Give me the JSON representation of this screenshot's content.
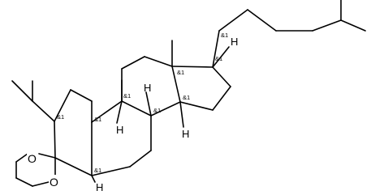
{
  "structure": {
    "heteroatoms": [
      {
        "id": "O1",
        "label": "O"
      },
      {
        "id": "O2",
        "label": "O"
      }
    ],
    "hydrogens": [
      {
        "id": "H9",
        "label": "H"
      },
      {
        "id": "H8",
        "label": "H"
      },
      {
        "id": "H14",
        "label": "H"
      },
      {
        "id": "H5",
        "label": "H"
      },
      {
        "id": "H17",
        "label": "H"
      }
    ],
    "stereo_marks": [
      {
        "id": "s20",
        "label": "&1"
      },
      {
        "id": "s17",
        "label": "&1"
      },
      {
        "id": "s13",
        "label": "&1"
      },
      {
        "id": "s14",
        "label": "&1"
      },
      {
        "id": "s8",
        "label": "&1"
      },
      {
        "id": "s9",
        "label": "&1"
      },
      {
        "id": "s10",
        "label": "&1"
      },
      {
        "id": "s2",
        "label": "&1"
      },
      {
        "id": "s5",
        "label": "&1"
      }
    ]
  }
}
